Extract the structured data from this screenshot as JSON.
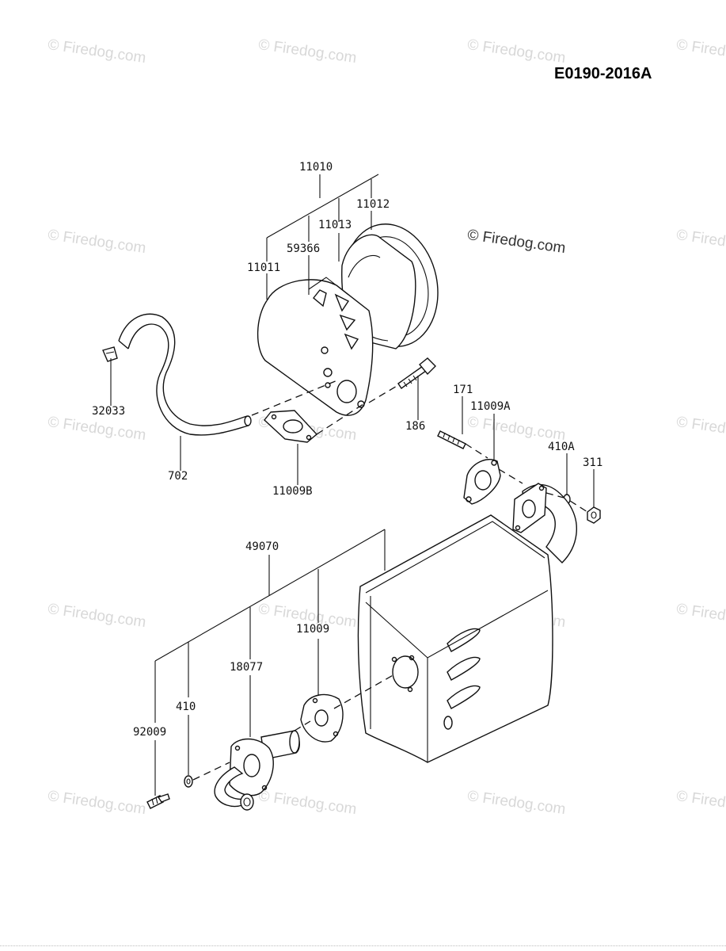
{
  "diagram_code": "E0190-2016A",
  "watermark": "© Firedog.com",
  "callouts": {
    "c11010": "11010",
    "c11012": "11012",
    "c11013": "11013",
    "c59366": "59366",
    "c11011": "11011",
    "c32033": "32033",
    "c702": "702",
    "c11009B": "11009B",
    "c186": "186",
    "c171": "171",
    "c11009A": "11009A",
    "c410A": "410A",
    "c311": "311",
    "c49070": "49070",
    "c11009": "11009",
    "c18077": "18077",
    "c410": "410",
    "c92009": "92009"
  }
}
